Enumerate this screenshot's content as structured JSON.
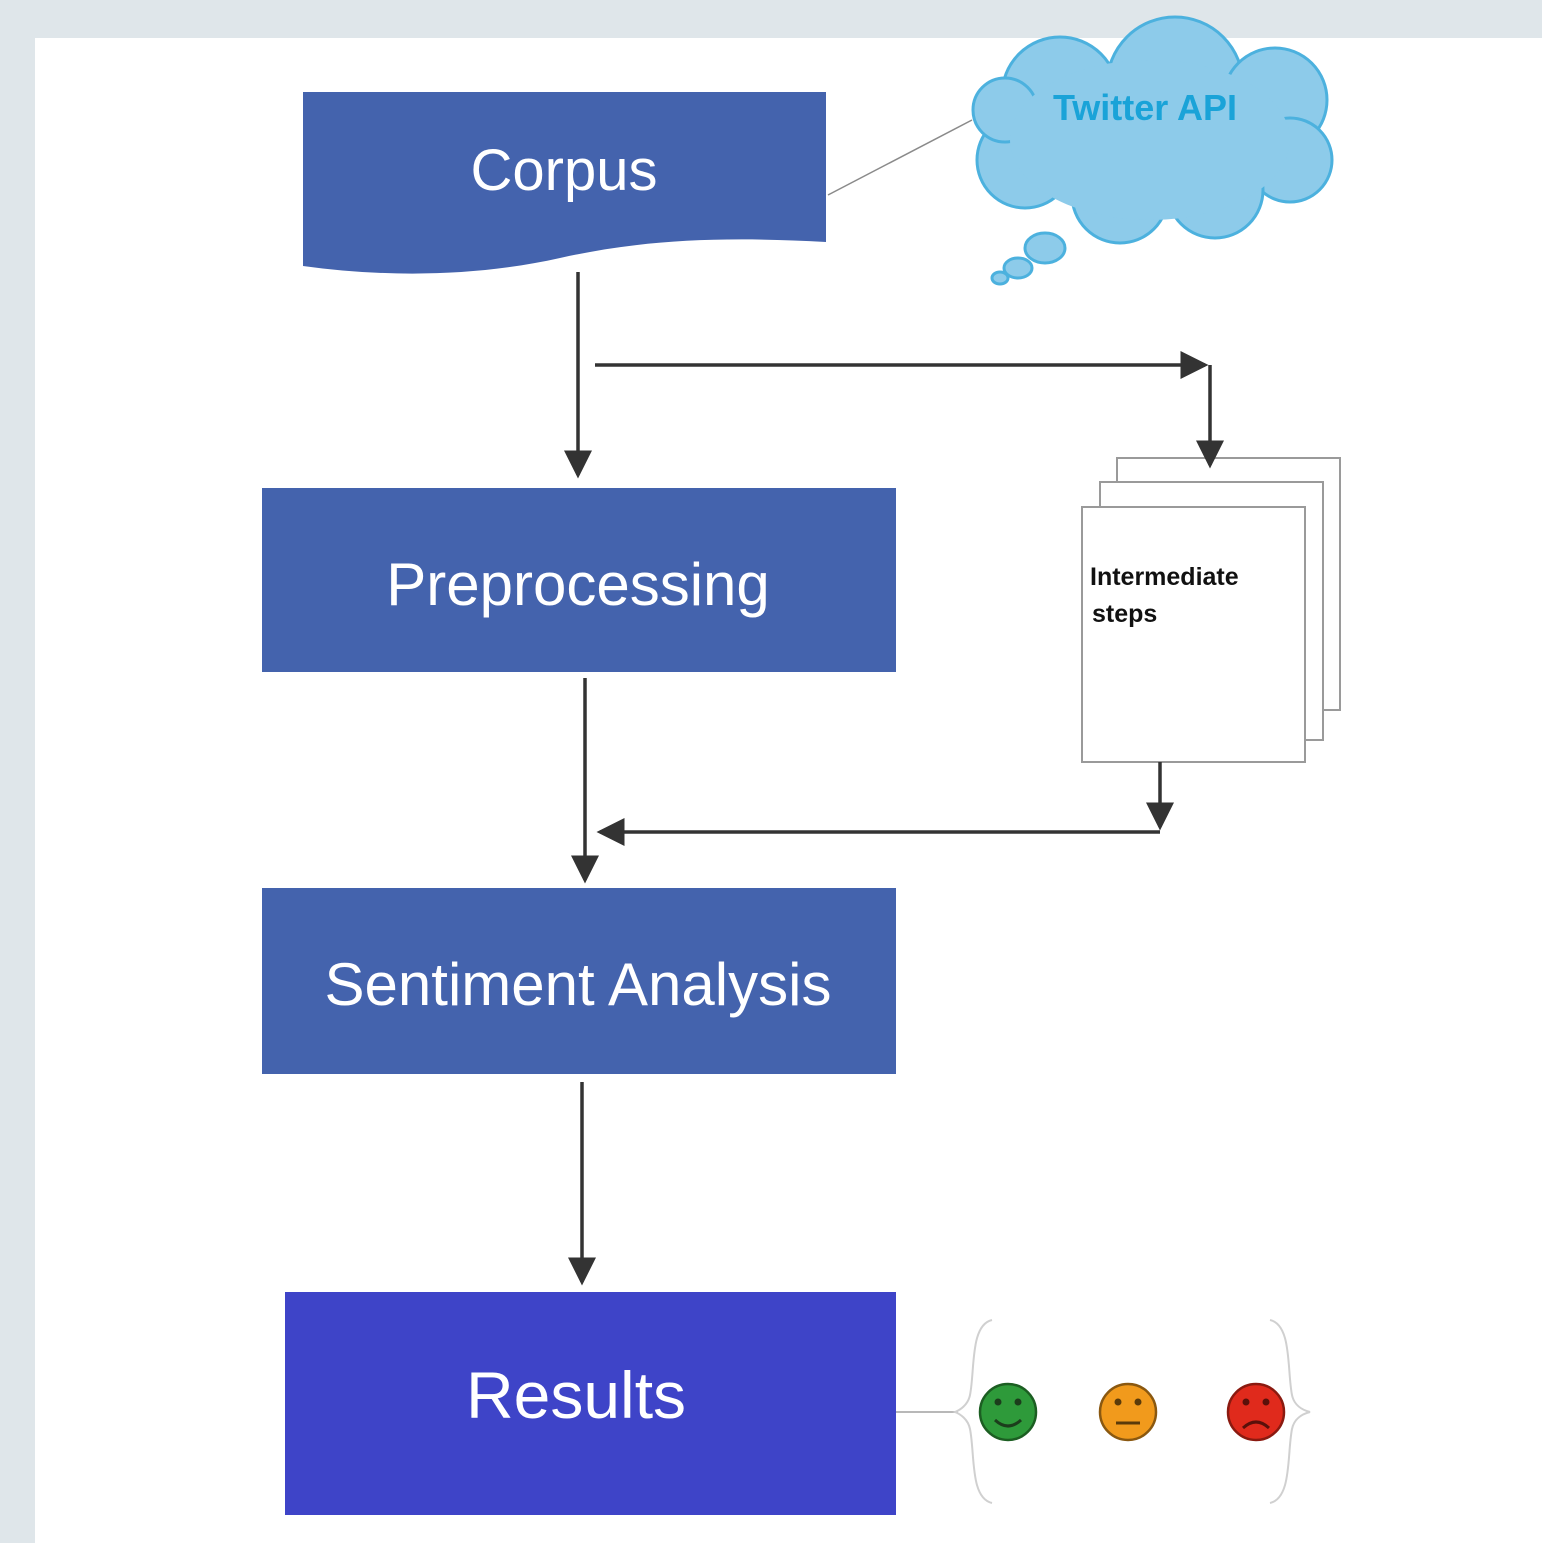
{
  "diagram": {
    "nodes": {
      "corpus": {
        "label": "Corpus",
        "shape": "document",
        "color": "#4463ad"
      },
      "twitter_api": {
        "label": "Twitter API",
        "shape": "cloud",
        "color": "#8dcbea",
        "text_color": "#1aa3d8"
      },
      "preprocessing": {
        "label": "Preprocessing",
        "shape": "rectangle",
        "color": "#4463ad"
      },
      "intermediate_steps": {
        "label_line1": "Intermediate",
        "label_line2": "steps",
        "shape": "multi-document",
        "color": "#ffffff"
      },
      "sentiment_analysis": {
        "label": "Sentiment Analysis",
        "shape": "rectangle",
        "color": "#4463ad"
      },
      "results": {
        "label": "Results",
        "shape": "rectangle",
        "color": "#3e44c8"
      }
    },
    "result_faces": [
      {
        "name": "positive",
        "color": "#2e9a3a"
      },
      {
        "name": "neutral",
        "color": "#f19a1c"
      },
      {
        "name": "negative",
        "color": "#e02a1c"
      }
    ],
    "edges": [
      {
        "from": "twitter_api",
        "to": "corpus",
        "style": "line"
      },
      {
        "from": "corpus",
        "to": "preprocessing",
        "style": "arrow"
      },
      {
        "from": "corpus",
        "to": "intermediate_steps",
        "style": "arrow"
      },
      {
        "from": "preprocessing",
        "to": "sentiment_analysis",
        "style": "arrow"
      },
      {
        "from": "intermediate_steps",
        "to": "sentiment_analysis",
        "style": "arrow"
      },
      {
        "from": "sentiment_analysis",
        "to": "results",
        "style": "arrow"
      },
      {
        "from": "results",
        "to": "result_faces",
        "style": "line"
      }
    ]
  }
}
